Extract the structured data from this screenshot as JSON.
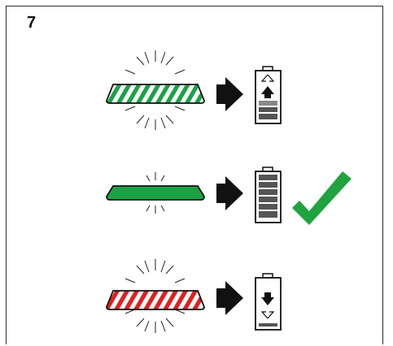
{
  "step_number": "7",
  "rows": [
    {
      "state": "charging",
      "led": "green-flashing",
      "battery": "charging-up",
      "result": "none"
    },
    {
      "state": "full",
      "led": "green-steady",
      "battery": "full",
      "result": "checkmark-icon"
    },
    {
      "state": "low",
      "led": "red-flashing",
      "battery": "discharging-down",
      "result": "none"
    }
  ],
  "colors": {
    "green": "#1ba246",
    "red": "#e0201f",
    "outline": "#111111",
    "check": "#1fa33f"
  }
}
